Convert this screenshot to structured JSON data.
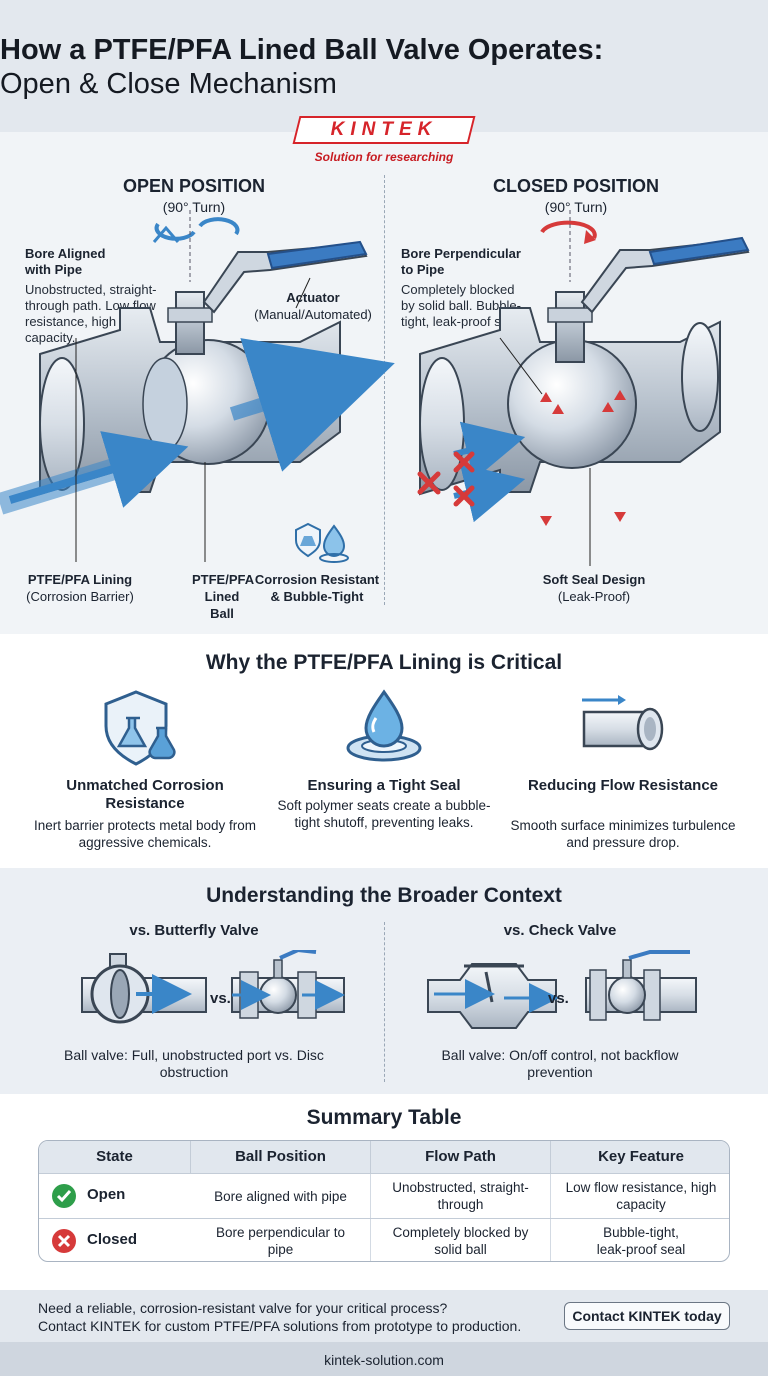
{
  "header": {
    "title_line1": "How a PTFE/PFA Lined Ball Valve Operates:",
    "title_line2": "Open & Close Mechanism"
  },
  "brand": {
    "logo": "KINTEK",
    "tagline": "Solution for researching",
    "color": "#d6242a"
  },
  "open_panel": {
    "title": "OPEN POSITION",
    "subtitle": "(90° Turn)",
    "bore_title": "Bore Aligned with Pipe",
    "bore_desc": "Unobstructed, straight-through path. Low flow resistance, high capacity.",
    "actuator_title": "Actuator",
    "actuator_desc": "(Manual/Automated)",
    "lining_title": "PTFE/PFA Lining",
    "lining_desc": "(Corrosion Barrier)",
    "ball_title": "PTFE/PFA Lined Ball",
    "corrosion_title": "Corrosion Resistant & Bubble-Tight",
    "rotation_color": "#3a86c8"
  },
  "closed_panel": {
    "title": "CLOSED POSITION",
    "subtitle": "(90° Turn)",
    "bore_title": "Bore Perpendicular to Pipe",
    "bore_desc": "Completely blocked by solid ball. Bubble-tight, leak-proof seal.",
    "seal_title": "Soft Seal Design",
    "seal_desc": "(Leak-Proof)",
    "rotation_color": "#d63a3a"
  },
  "why": {
    "title": "Why the PTFE/PFA Lining is Critical",
    "items": [
      {
        "icon": "shield-flask-icon",
        "title": "Unmatched Corrosion Resistance",
        "desc": "Inert barrier protects metal body from aggressive chemicals."
      },
      {
        "icon": "water-drop-seal-icon",
        "title": "Ensuring a Tight Seal",
        "desc": "Soft polymer seats create a bubble-tight shutoff, preventing leaks."
      },
      {
        "icon": "smooth-pipe-icon",
        "title": "Reducing Flow Resistance",
        "desc": "Smooth surface minimizes turbulence and pressure drop."
      }
    ]
  },
  "context": {
    "title": "Understanding the Broader Context",
    "vs_label": "vs.",
    "butterfly": {
      "title": "vs. Butterfly Valve",
      "desc": "Ball valve: Full, unobstructed port vs. Disc obstruction"
    },
    "check": {
      "title": "vs. Check Valve",
      "desc": "Ball valve: On/off control, not backflow prevention"
    }
  },
  "summary": {
    "title": "Summary Table",
    "headers": [
      "State",
      "Ball Position",
      "Flow Path",
      "Key Feature"
    ],
    "rows": [
      {
        "state": "Open",
        "status_icon": "check-circle-icon",
        "status_color": "#2e9e4a",
        "ball_position": "Bore aligned with pipe",
        "flow_path": "Unobstructed, straight-through",
        "key_feature": "Low flow resistance, high capacity"
      },
      {
        "state": "Closed",
        "status_icon": "x-circle-icon",
        "status_color": "#d63a3a",
        "ball_position": "Bore perpendicular to pipe",
        "flow_path": "Completely blocked by solid ball",
        "key_feature": "Bubble-tight, leak-proof seal"
      }
    ]
  },
  "footer": {
    "line1": "Need a reliable, corrosion-resistant valve for your critical process?",
    "line2": "Contact KINTEK for custom PTFE/PFA solutions from prototype to production.",
    "cta": "Contact KINTEK today",
    "website": "kintek-solution.com"
  }
}
